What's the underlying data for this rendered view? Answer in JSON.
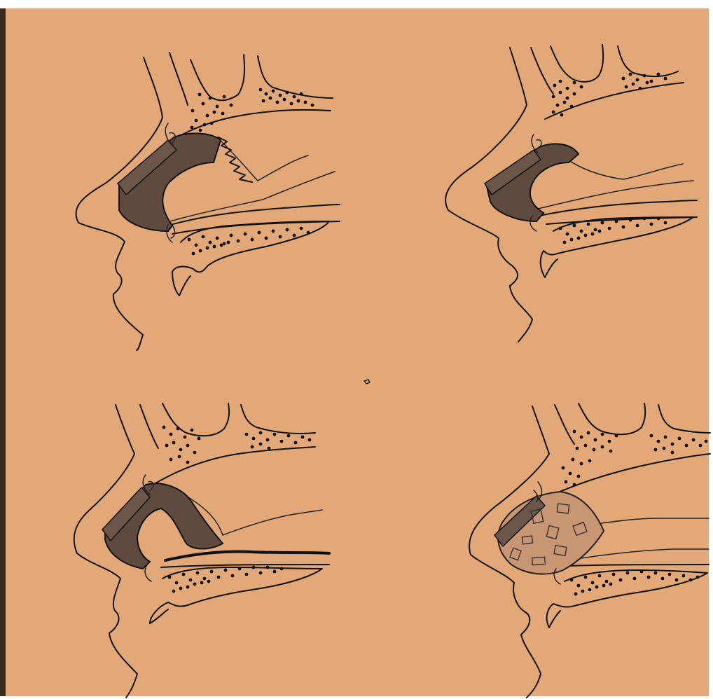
{
  "colors": {
    "paper": "#e3a878",
    "paper_edge": "#ffffff",
    "ink": "#111111",
    "graft_fill": "#5f4a40",
    "crushed_graft_fill": "#c99674"
  },
  "panels": [
    {
      "id": "top-left",
      "graft_type": "solid L-shaped graft with zig-zag septal border"
    },
    {
      "id": "top-right",
      "graft_type": "solid L-shaped graft"
    },
    {
      "id": "bottom-left",
      "graft_type": "solid L-shaped graft with bold floor line"
    },
    {
      "id": "bottom-right",
      "graft_type": "diced cartilage graft"
    }
  ]
}
